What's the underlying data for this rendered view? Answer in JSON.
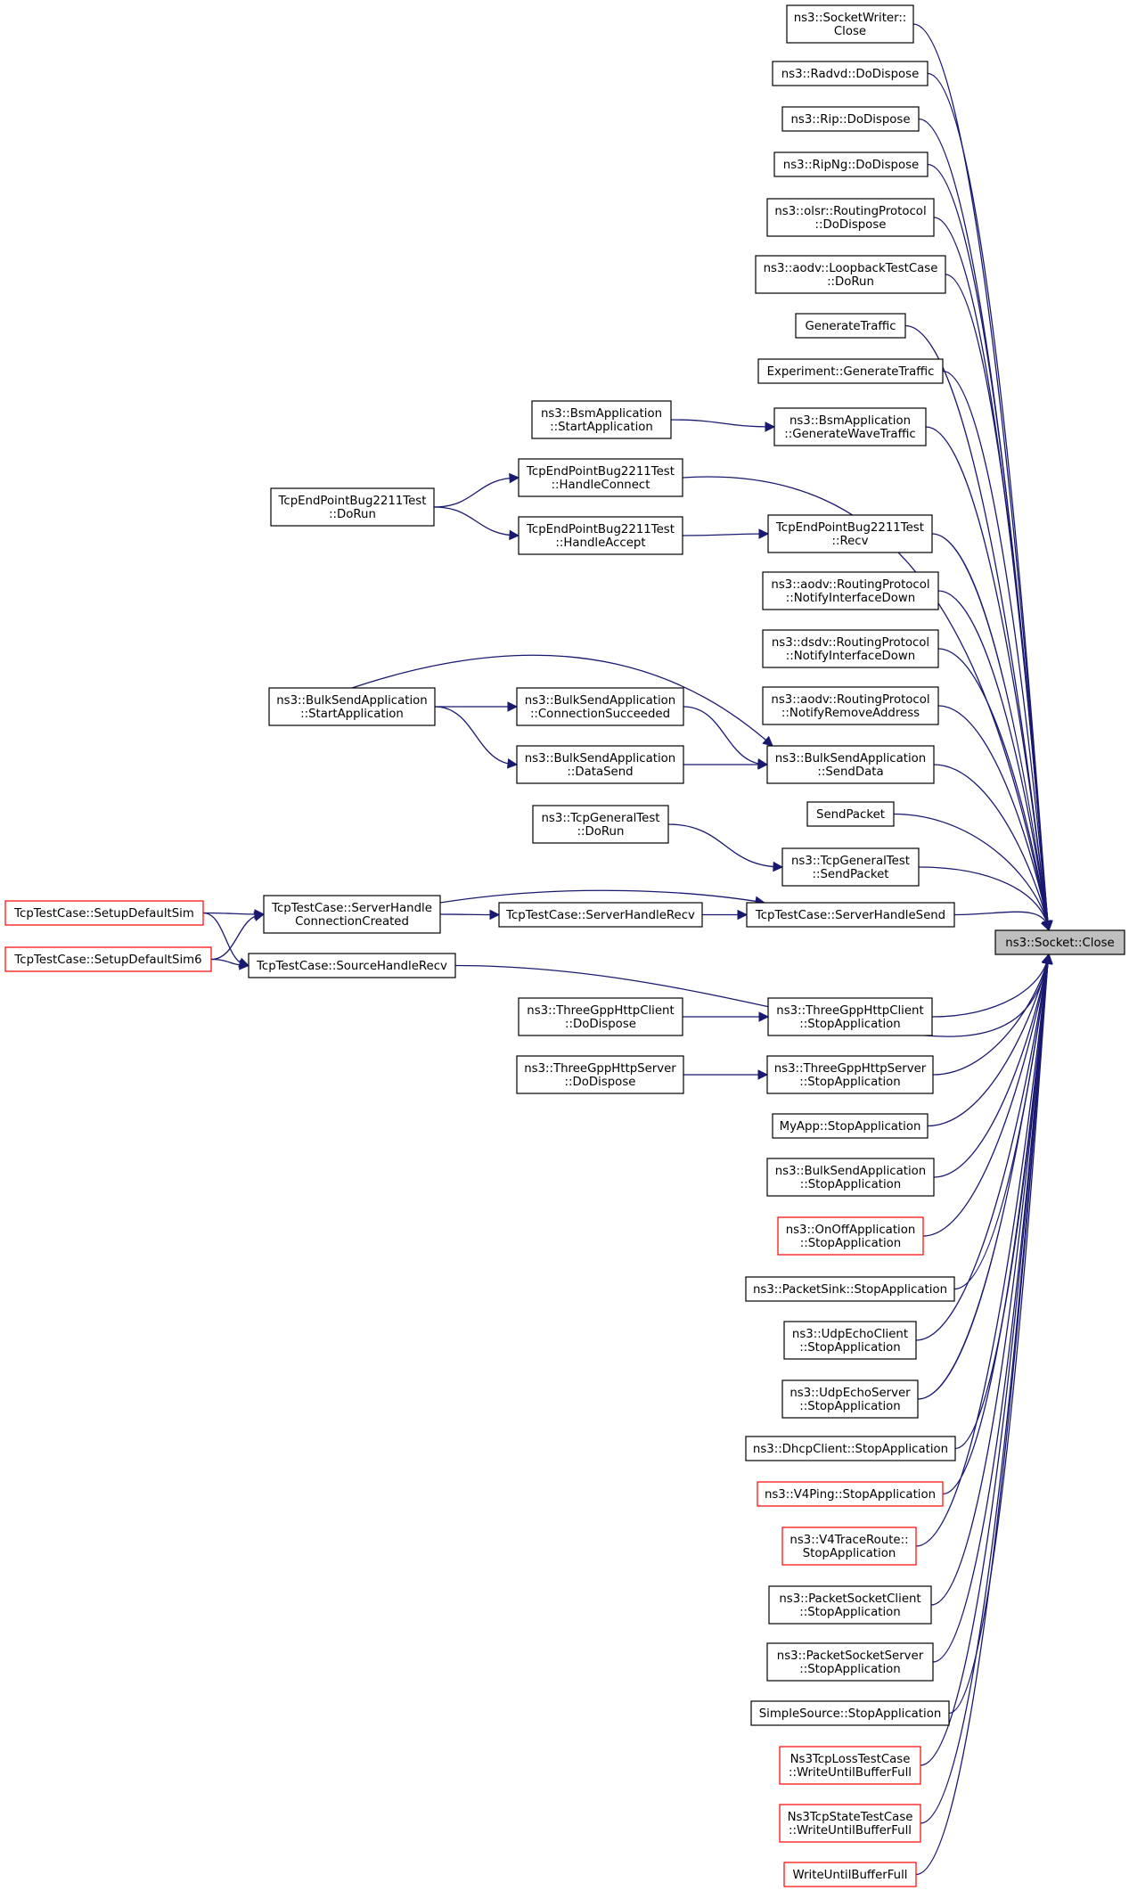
{
  "colors": {
    "edge": "#191970",
    "border": "#000000",
    "truncated_border": "#ff0000",
    "root_fill": "#bfbfbf"
  },
  "root": {
    "label": "ns3::Socket::Close"
  },
  "nodes": [
    {
      "id": "n1",
      "lines": [
        "ns3::SocketWriter::",
        "Close"
      ]
    },
    {
      "id": "n2",
      "lines": [
        "ns3::Radvd::DoDispose"
      ]
    },
    {
      "id": "n3",
      "lines": [
        "ns3::Rip::DoDispose"
      ]
    },
    {
      "id": "n4",
      "lines": [
        "ns3::RipNg::DoDispose"
      ]
    },
    {
      "id": "n5",
      "lines": [
        "ns3::olsr::RoutingProtocol",
        "::DoDispose"
      ]
    },
    {
      "id": "n6",
      "lines": [
        "ns3::aodv::LoopbackTestCase",
        "::DoRun"
      ]
    },
    {
      "id": "n7",
      "lines": [
        "GenerateTraffic"
      ]
    },
    {
      "id": "n8",
      "lines": [
        "Experiment::GenerateTraffic"
      ]
    },
    {
      "id": "n9",
      "lines": [
        "ns3::BsmApplication",
        "::GenerateWaveTraffic"
      ]
    },
    {
      "id": "n9a",
      "lines": [
        "ns3::BsmApplication",
        "::StartApplication"
      ]
    },
    {
      "id": "n10",
      "lines": [
        "TcpEndPointBug2211Test",
        "::HandleConnect"
      ]
    },
    {
      "id": "n10a",
      "lines": [
        "TcpEndPointBug2211Test",
        "::DoRun"
      ]
    },
    {
      "id": "n11",
      "lines": [
        "TcpEndPointBug2211Test",
        "::Recv"
      ]
    },
    {
      "id": "n11a",
      "lines": [
        "TcpEndPointBug2211Test",
        "::HandleAccept"
      ]
    },
    {
      "id": "n12",
      "lines": [
        "ns3::aodv::RoutingProtocol",
        "::NotifyInterfaceDown"
      ]
    },
    {
      "id": "n13",
      "lines": [
        "ns3::dsdv::RoutingProtocol",
        "::NotifyInterfaceDown"
      ]
    },
    {
      "id": "n14",
      "lines": [
        "ns3::aodv::RoutingProtocol",
        "::NotifyRemoveAddress"
      ]
    },
    {
      "id": "n15",
      "lines": [
        "ns3::BulkSendApplication",
        "::SendData"
      ]
    },
    {
      "id": "n15a",
      "lines": [
        "ns3::BulkSendApplication",
        "::ConnectionSucceeded"
      ]
    },
    {
      "id": "n15b",
      "lines": [
        "ns3::BulkSendApplication",
        "::DataSend"
      ]
    },
    {
      "id": "n15c",
      "lines": [
        "ns3::BulkSendApplication",
        "::StartApplication"
      ]
    },
    {
      "id": "n16",
      "lines": [
        "SendPacket"
      ]
    },
    {
      "id": "n17",
      "lines": [
        "ns3::TcpGeneralTest",
        "::SendPacket"
      ]
    },
    {
      "id": "n17a",
      "lines": [
        "ns3::TcpGeneralTest",
        "::DoRun"
      ]
    },
    {
      "id": "n18",
      "lines": [
        "TcpTestCase::ServerHandleSend"
      ]
    },
    {
      "id": "n18a",
      "lines": [
        "TcpTestCase::ServerHandleRecv"
      ]
    },
    {
      "id": "n18b",
      "lines": [
        "TcpTestCase::ServerHandle",
        "ConnectionCreated"
      ]
    },
    {
      "id": "n19",
      "lines": [
        "TcpTestCase::SourceHandleRecv"
      ]
    },
    {
      "id": "n20",
      "lines": [
        "TcpTestCase::SetupDefaultSim"
      ],
      "truncated": true
    },
    {
      "id": "n21",
      "lines": [
        "TcpTestCase::SetupDefaultSim6"
      ],
      "truncated": true
    },
    {
      "id": "n22",
      "lines": [
        "ns3::ThreeGppHttpClient",
        "::StopApplication"
      ]
    },
    {
      "id": "n22a",
      "lines": [
        "ns3::ThreeGppHttpClient",
        "::DoDispose"
      ]
    },
    {
      "id": "n23",
      "lines": [
        "ns3::ThreeGppHttpServer",
        "::StopApplication"
      ]
    },
    {
      "id": "n23a",
      "lines": [
        "ns3::ThreeGppHttpServer",
        "::DoDispose"
      ]
    },
    {
      "id": "n24",
      "lines": [
        "MyApp::StopApplication"
      ]
    },
    {
      "id": "n25",
      "lines": [
        "ns3::BulkSendApplication",
        "::StopApplication"
      ]
    },
    {
      "id": "n26",
      "lines": [
        "ns3::OnOffApplication",
        "::StopApplication"
      ],
      "truncated": true
    },
    {
      "id": "n27",
      "lines": [
        "ns3::PacketSink::StopApplication"
      ]
    },
    {
      "id": "n28",
      "lines": [
        "ns3::UdpEchoClient",
        "::StopApplication"
      ]
    },
    {
      "id": "n29",
      "lines": [
        "ns3::UdpEchoServer",
        "::StopApplication"
      ]
    },
    {
      "id": "n30",
      "lines": [
        "ns3::DhcpClient::StopApplication"
      ]
    },
    {
      "id": "n31",
      "lines": [
        "ns3::V4Ping::StopApplication"
      ],
      "truncated": true
    },
    {
      "id": "n32",
      "lines": [
        "ns3::V4TraceRoute::",
        "StopApplication"
      ],
      "truncated": true
    },
    {
      "id": "n33",
      "lines": [
        "ns3::PacketSocketClient",
        "::StopApplication"
      ]
    },
    {
      "id": "n34",
      "lines": [
        "ns3::PacketSocketServer",
        "::StopApplication"
      ]
    },
    {
      "id": "n35",
      "lines": [
        "SimpleSource::StopApplication"
      ]
    },
    {
      "id": "n36",
      "lines": [
        "Ns3TcpLossTestCase",
        "::WriteUntilBufferFull"
      ],
      "truncated": true
    },
    {
      "id": "n37",
      "lines": [
        "Ns3TcpStateTestCase",
        "::WriteUntilBufferFull"
      ],
      "truncated": true
    },
    {
      "id": "n38",
      "lines": [
        "WriteUntilBufferFull"
      ],
      "truncated": true
    }
  ],
  "edges": [
    [
      "n1",
      "root"
    ],
    [
      "n2",
      "root"
    ],
    [
      "n3",
      "root"
    ],
    [
      "n4",
      "root"
    ],
    [
      "n5",
      "root"
    ],
    [
      "n6",
      "root"
    ],
    [
      "n7",
      "root"
    ],
    [
      "n8",
      "root"
    ],
    [
      "n9",
      "root"
    ],
    [
      "n10",
      "root"
    ],
    [
      "n11",
      "root"
    ],
    [
      "n12",
      "root"
    ],
    [
      "n13",
      "root"
    ],
    [
      "n14",
      "root"
    ],
    [
      "n15",
      "root"
    ],
    [
      "n16",
      "root"
    ],
    [
      "n17",
      "root"
    ],
    [
      "n18",
      "root"
    ],
    [
      "n19",
      "root"
    ],
    [
      "n22",
      "root"
    ],
    [
      "n23",
      "root"
    ],
    [
      "n24",
      "root"
    ],
    [
      "n25",
      "root"
    ],
    [
      "n26",
      "root"
    ],
    [
      "n27",
      "root"
    ],
    [
      "n28",
      "root"
    ],
    [
      "n29",
      "root"
    ],
    [
      "n30",
      "root"
    ],
    [
      "n31",
      "root"
    ],
    [
      "n32",
      "root"
    ],
    [
      "n33",
      "root"
    ],
    [
      "n34",
      "root"
    ],
    [
      "n35",
      "root"
    ],
    [
      "n36",
      "root"
    ],
    [
      "n37",
      "root"
    ],
    [
      "n38",
      "root"
    ],
    [
      "n9a",
      "n9"
    ],
    [
      "n10a",
      "n10"
    ],
    [
      "n10a",
      "n11a"
    ],
    [
      "n11a",
      "n11"
    ],
    [
      "n15c",
      "n15a"
    ],
    [
      "n15c",
      "n15b"
    ],
    [
      "n15c",
      "n15"
    ],
    [
      "n15a",
      "n15"
    ],
    [
      "n15b",
      "n15"
    ],
    [
      "n17a",
      "n17"
    ],
    [
      "n18b",
      "n18"
    ],
    [
      "n18b",
      "n18a"
    ],
    [
      "n18a",
      "n18"
    ],
    [
      "n20",
      "n18b"
    ],
    [
      "n20",
      "n19"
    ],
    [
      "n21",
      "n18b"
    ],
    [
      "n21",
      "n19"
    ],
    [
      "n22a",
      "n22"
    ],
    [
      "n23a",
      "n23"
    ]
  ]
}
